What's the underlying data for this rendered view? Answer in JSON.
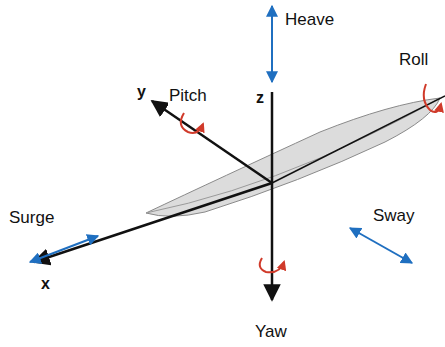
{
  "diagram": {
    "labels": [
      "Heave",
      "z",
      "y",
      "Pitch",
      "Roll",
      "Surge",
      "x",
      "Sway",
      "Yaw"
    ]
  }
}
